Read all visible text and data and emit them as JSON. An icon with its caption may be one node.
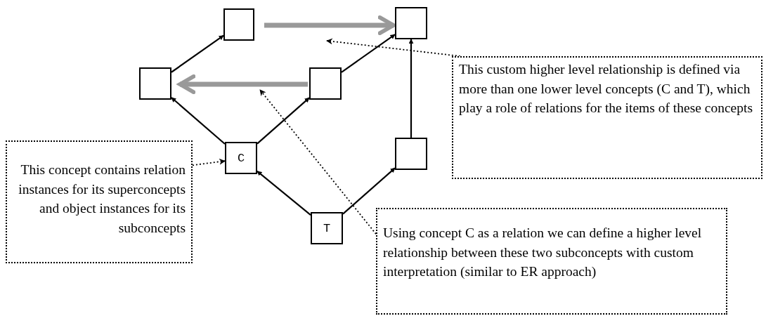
{
  "diagram": {
    "nodes": [
      {
        "text": [],
        "shape": "box"
      },
      {
        "text": [],
        "shape": "box"
      },
      {
        "text": [],
        "shape": "box"
      },
      {
        "text": [],
        "shape": "box"
      },
      {
        "text": [
          "C"
        ]
      },
      {
        "text": [],
        "shape": "box"
      },
      {
        "text": [
          "T"
        ]
      },
      {
        "text": [
          "This concept contains relation instances for its superconcepts and object instances for its subconcepts"
        ]
      },
      {
        "text": [
          "This custom higher level relationship is defined via more than one lower level concepts (C and T), which play a role of relations for the items of these concepts"
        ]
      },
      {
        "text": [
          "Using concept C as a relation we can define a higher level relationship between these two subconcepts with custom interpretation (similar to ER approach)"
        ]
      }
    ],
    "edges": [
      {
        "from": 6,
        "to": 4,
        "arrow": "to"
      },
      {
        "from": 6,
        "to": 5,
        "arrow": "to"
      },
      {
        "from": 4,
        "to": 2,
        "arrow": "to"
      },
      {
        "from": 4,
        "to": 3,
        "arrow": "to"
      },
      {
        "from": 2,
        "to": 0,
        "arrow": "to"
      },
      {
        "from": 3,
        "to": 1,
        "arrow": "to"
      },
      {
        "from": 5,
        "to": 1,
        "arrow": "to"
      },
      {
        "from": 0,
        "to": 1,
        "arrow": "to",
        "style": "thick",
        "color": "#999999"
      },
      {
        "from": 3,
        "to": 2,
        "arrow": "to",
        "style": "thick",
        "color": "#999999"
      },
      {
        "from": 7,
        "to": 4,
        "arrow": "to",
        "style": "dashed"
      },
      {
        "from": 8,
        "to": null,
        "arrow": "to",
        "style": "dashed"
      },
      {
        "from": 9,
        "to": null,
        "arrow": "to",
        "style": "dashed"
      }
    ]
  }
}
